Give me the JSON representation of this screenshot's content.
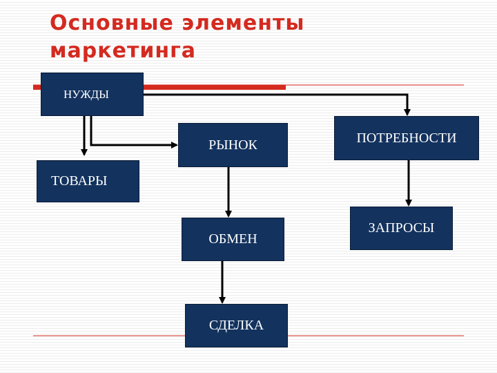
{
  "title": {
    "line1": "Основные элементы",
    "line2": "маркетинга"
  },
  "nodes": {
    "needs": "НУЖДЫ",
    "goods": "ТОВАРЫ",
    "market": "РЫНОК",
    "exchange": "ОБМЕН",
    "deal": "СДЕЛКА",
    "wants": "ПОТРЕБНОСТИ",
    "demands": "ЗАПРОСЫ"
  },
  "colors": {
    "title": "#d42a20",
    "accent_bar": "#d42a20",
    "box_fill": "#13325e",
    "box_text": "#ffffff",
    "arrow": "#000000"
  }
}
